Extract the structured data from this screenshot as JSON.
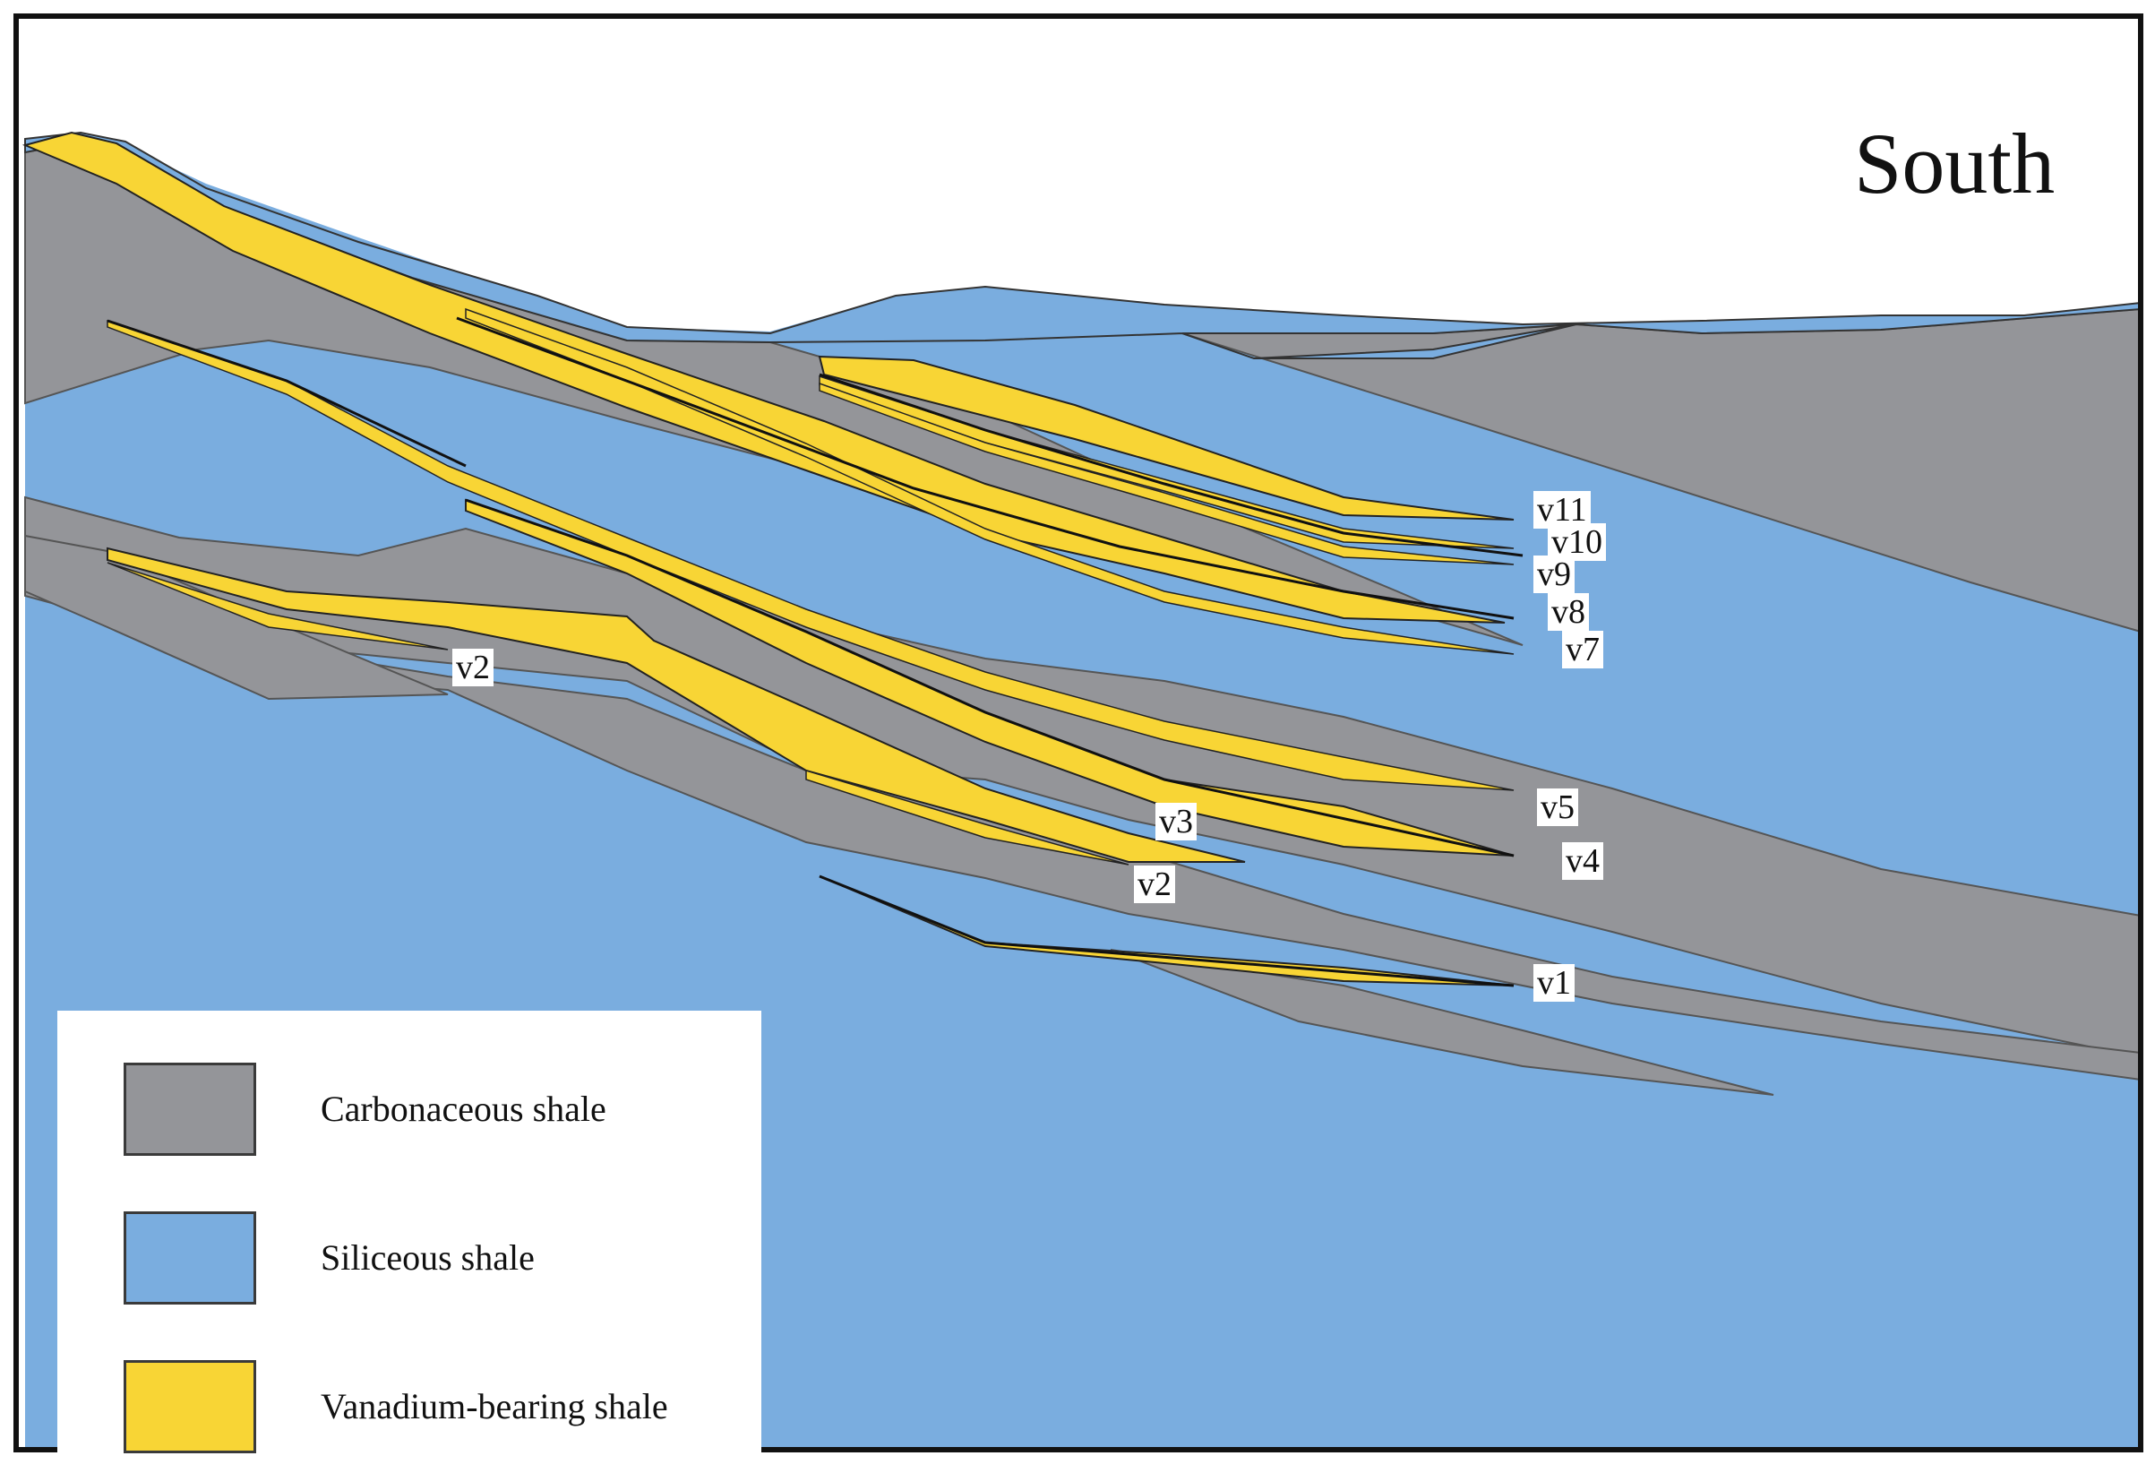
{
  "title": "South",
  "colors": {
    "carbonaceous": "#949599",
    "siliceous": "#7aaddf",
    "vanadium": "#f8d535",
    "outline": "#222222"
  },
  "legend": [
    {
      "label": "Carbonaceous shale",
      "color": "#949599"
    },
    {
      "label": "Siliceous shale",
      "color": "#7aaddf"
    },
    {
      "label": "Vanadium-bearing shale",
      "color": "#f8d535"
    }
  ],
  "layer_labels": [
    "v11",
    "v10",
    "v9",
    "v8",
    "v7",
    "v5",
    "v4",
    "v3",
    "v2",
    "v2",
    "v1"
  ]
}
